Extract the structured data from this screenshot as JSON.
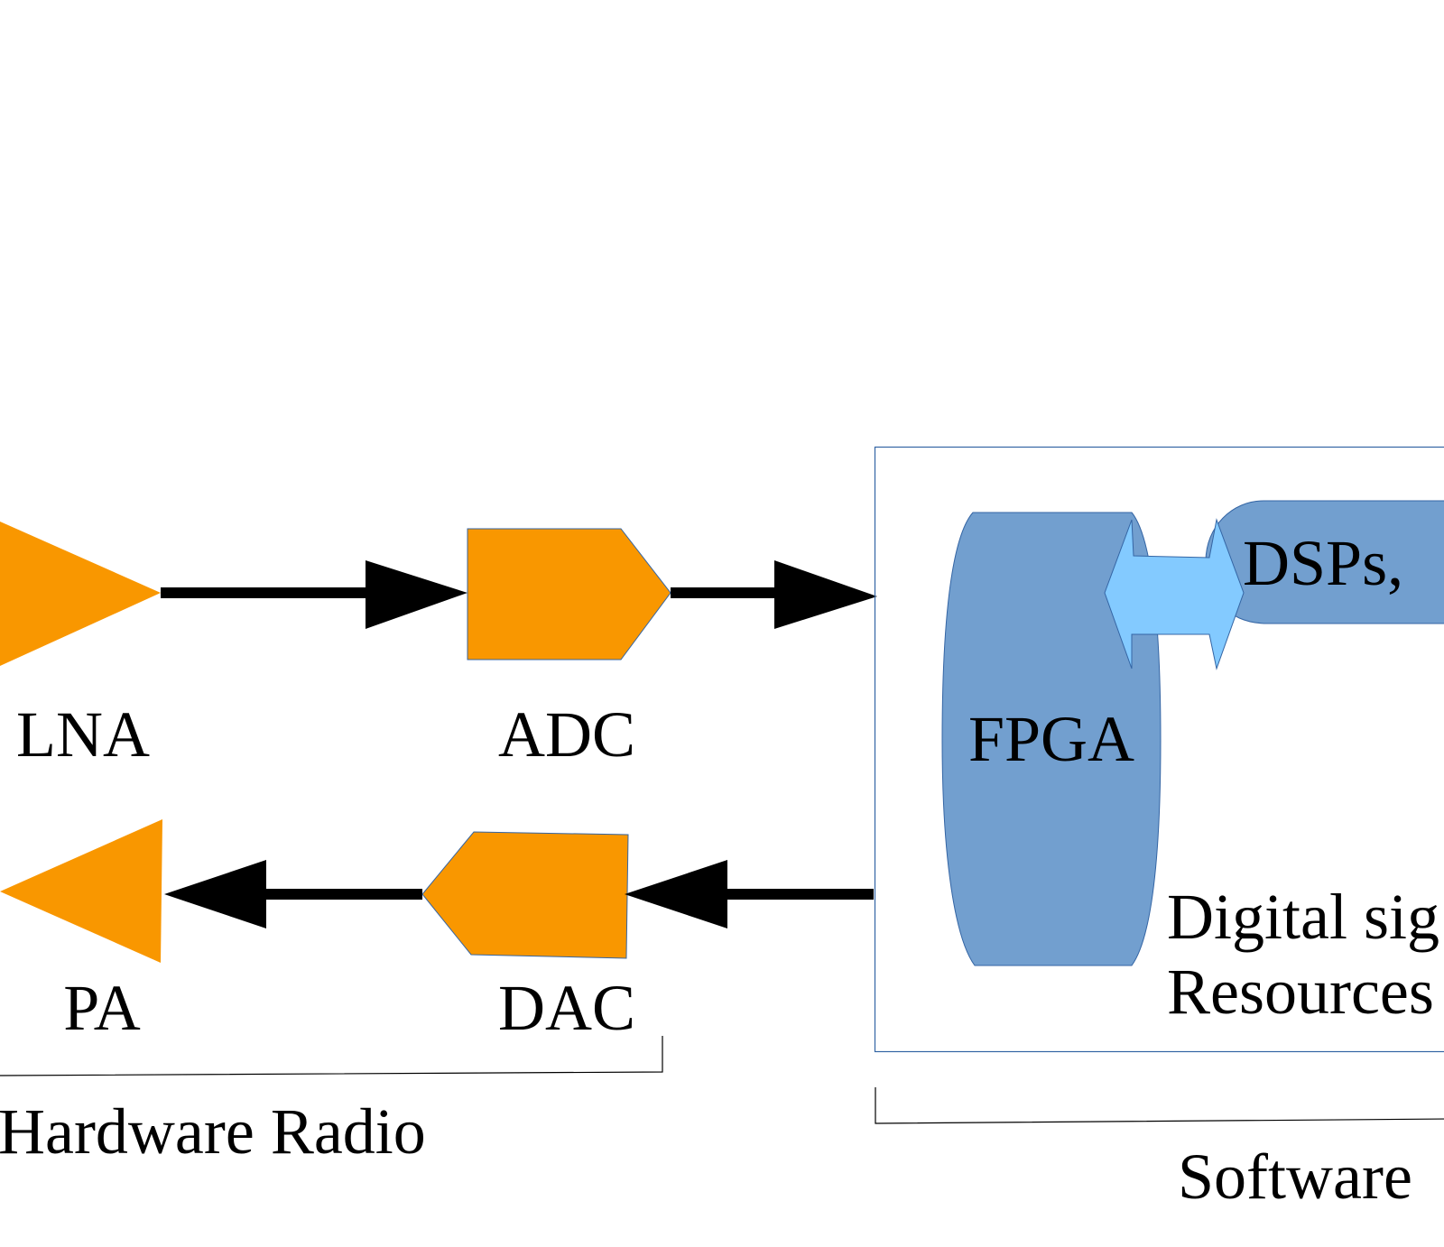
{
  "colors": {
    "analog_block": "#F99700",
    "digital_block": "#729FCF",
    "bus_arrow": "#83CAFF",
    "box_border": "#3465A4",
    "signal_arrow": "#000000"
  },
  "hardware": {
    "lna": "LNA",
    "adc": "ADC",
    "pa": "PA",
    "dac": "DAC",
    "group_label": "Hardware Radio"
  },
  "software": {
    "fpga": "FPGA",
    "dsps": "DSPs,",
    "resources_line1": "Digital sig",
    "resources_line2": "Resources",
    "group_label": "Software"
  }
}
